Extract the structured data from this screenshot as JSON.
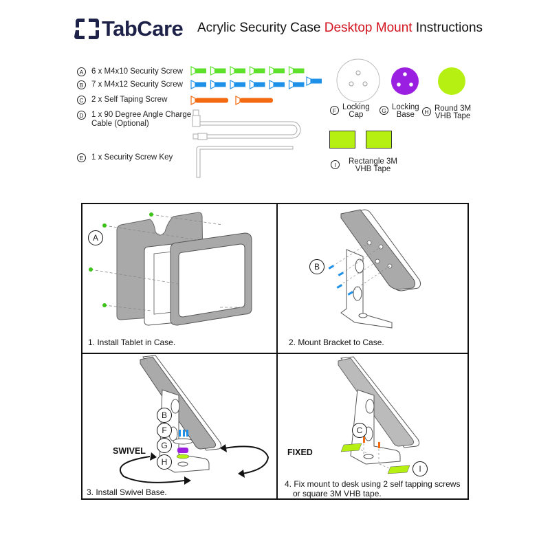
{
  "header": {
    "brand": "TabCare",
    "title_part1": "Acrylic Security Case ",
    "title_highlight": "Desktop Mount",
    "title_part2": " Instructions",
    "brand_color": "#1e2249",
    "highlight_color": "#d2121d"
  },
  "parts": [
    {
      "letter": "A",
      "label": "6 x M4x10 Security Screw",
      "count": 6,
      "color": "#5de02a"
    },
    {
      "letter": "B",
      "label": "7 x M4x12 Security Screw",
      "count": 7,
      "color": "#1e90e8"
    },
    {
      "letter": "C",
      "label": "2 x Self Taping Screw",
      "count": 2,
      "color": "#f46a10"
    },
    {
      "letter": "D",
      "label": "1 x 90 Degree Angle Charge Cable (Optional)"
    },
    {
      "letter": "E",
      "label": "1 x Security Screw Key"
    }
  ],
  "accessories": [
    {
      "letter": "F",
      "label_line1": "Locking",
      "label_line2": "Cap",
      "color": "#ffffff"
    },
    {
      "letter": "G",
      "label_line1": "Locking",
      "label_line2": "Base",
      "color": "#9b1fe0"
    },
    {
      "letter": "H",
      "label_line1": "Round 3M",
      "label_line2": "VHB Tape",
      "color": "#b6f012"
    },
    {
      "letter": "I",
      "label_line1": "Rectangle 3M",
      "label_line2": "VHB Tape",
      "color": "#b6f012"
    }
  ],
  "steps": [
    {
      "number": "1",
      "caption": "1. Install Tablet in Case.",
      "callouts": [
        "A"
      ]
    },
    {
      "number": "2",
      "caption": "2. Mount Bracket to Case.",
      "callouts": [
        "B"
      ]
    },
    {
      "number": "3",
      "caption": "3. Install Swivel Base.",
      "mode": "SWIVEL",
      "callouts": [
        "B",
        "F",
        "G",
        "H"
      ]
    },
    {
      "number": "4",
      "caption_line1": "4. Fix mount to desk using 2 self tapping screws",
      "caption_line2": "or square 3M VHB tape.",
      "mode": "FIXED",
      "callouts": [
        "C",
        "I"
      ]
    }
  ]
}
